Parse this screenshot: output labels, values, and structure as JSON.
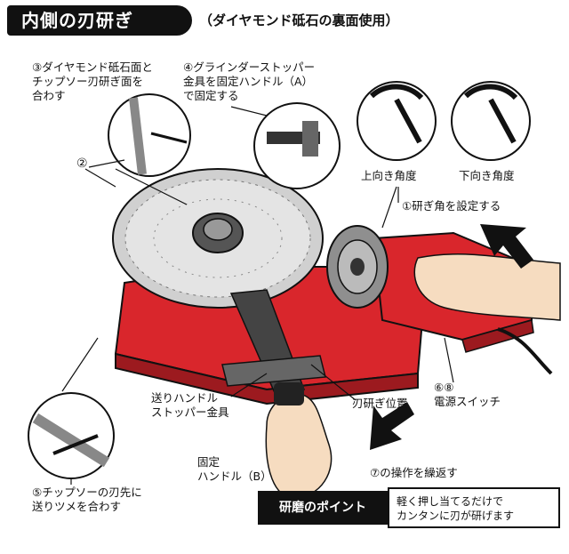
{
  "header": {
    "title": "内側の刃研ぎ",
    "subtitle": "（ダイヤモンド砥石の裏面使用）"
  },
  "labels": {
    "step3": [
      "③ダイヤモンド砥石面と",
      "チップソー刃研ぎ面を",
      "合わす"
    ],
    "step4": [
      "④グラインダーストッパー",
      "金具を固定ハンドル（A）",
      "で固定する"
    ],
    "step2": "②",
    "up_angle": "上向き角度",
    "down_angle": "下向き角度",
    "step1": "①研ぎ角を設定する",
    "feed_handle": [
      "送りハンドル",
      "ストッパー金具"
    ],
    "sharpen_position": "刃研ぎ位置",
    "power_switch": [
      "⑥⑧",
      "電源スイッチ"
    ],
    "fix_handle_b": [
      "固定",
      "ハンドル（B）"
    ],
    "step5": [
      "⑤チップソーの刃先に",
      "送りツメを合わす"
    ],
    "step7": "⑦の操作を繰返す"
  },
  "point": {
    "badge": "研磨のポイント",
    "text": [
      "軽く押し当てるだけで",
      "カンタンに刃が研げます"
    ]
  },
  "colors": {
    "base_red": "#d9262c",
    "base_dark": "#9c1a1f",
    "blade_gray": "#c9c9c9",
    "wheel_gray": "#8f8f8f",
    "arrow_black": "#111111"
  }
}
